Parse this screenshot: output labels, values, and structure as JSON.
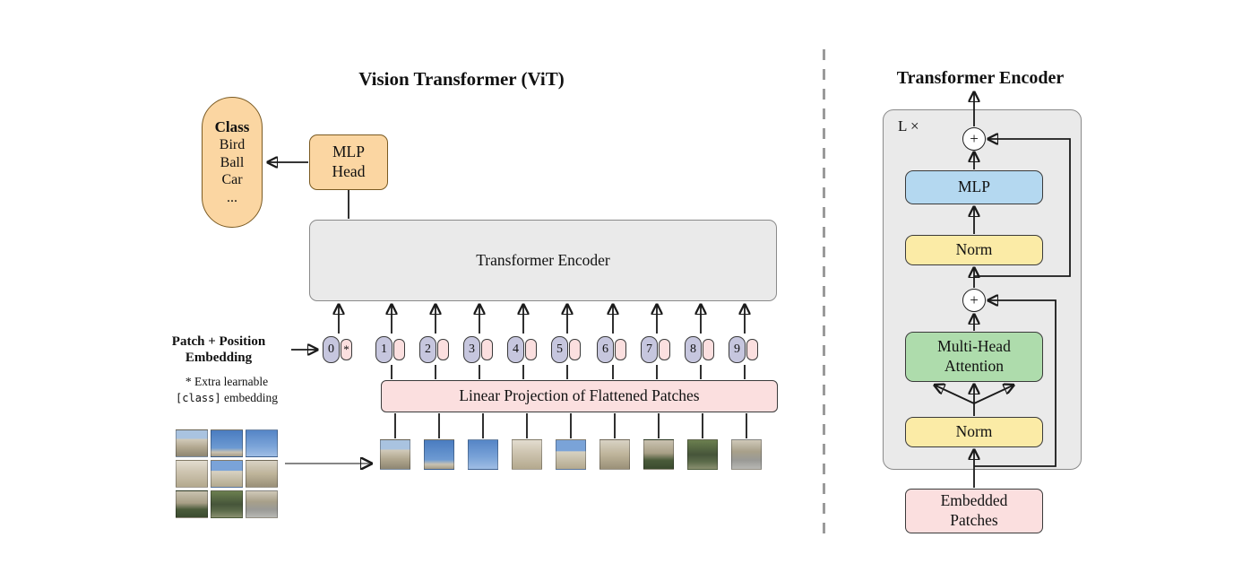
{
  "vit": {
    "title": "Vision Transformer (ViT)",
    "class_pill": {
      "header": "Class",
      "items": [
        "Bird",
        "Ball",
        "Car",
        "..."
      ]
    },
    "mlp_head": {
      "line1": "MLP",
      "line2": "Head"
    },
    "encoder_label": "Transformer Encoder",
    "patch_position": {
      "line1": "Patch + Position",
      "line2": "Embedding"
    },
    "note": {
      "prefix": "* Extra learnable",
      "code": "[class]",
      "suffix": "embedding"
    },
    "linear_projection_label": "Linear Projection of Flattened Patches",
    "tokens": [
      "0",
      "1",
      "2",
      "3",
      "4",
      "5",
      "6",
      "7",
      "8",
      "9"
    ],
    "class_token_mark": "*"
  },
  "enc": {
    "title": "Transformer Encoder",
    "loop_label": "L ×",
    "plus": "+",
    "mlp_label": "MLP",
    "norm_top_label": "Norm",
    "mha": {
      "line1": "Multi-Head",
      "line2": "Attention"
    },
    "norm_bottom_label": "Norm",
    "embedded": {
      "line1": "Embedded",
      "line2": "Patches"
    }
  },
  "colors": {
    "orange": "#FBD6A2",
    "gray_box": "#EAEAEA",
    "pink": "#FBDFDF",
    "lavender": "#C6C6DE",
    "yellow": "#FBEBA6",
    "green": "#AEDCAC",
    "blue": "#B4D8F0"
  }
}
